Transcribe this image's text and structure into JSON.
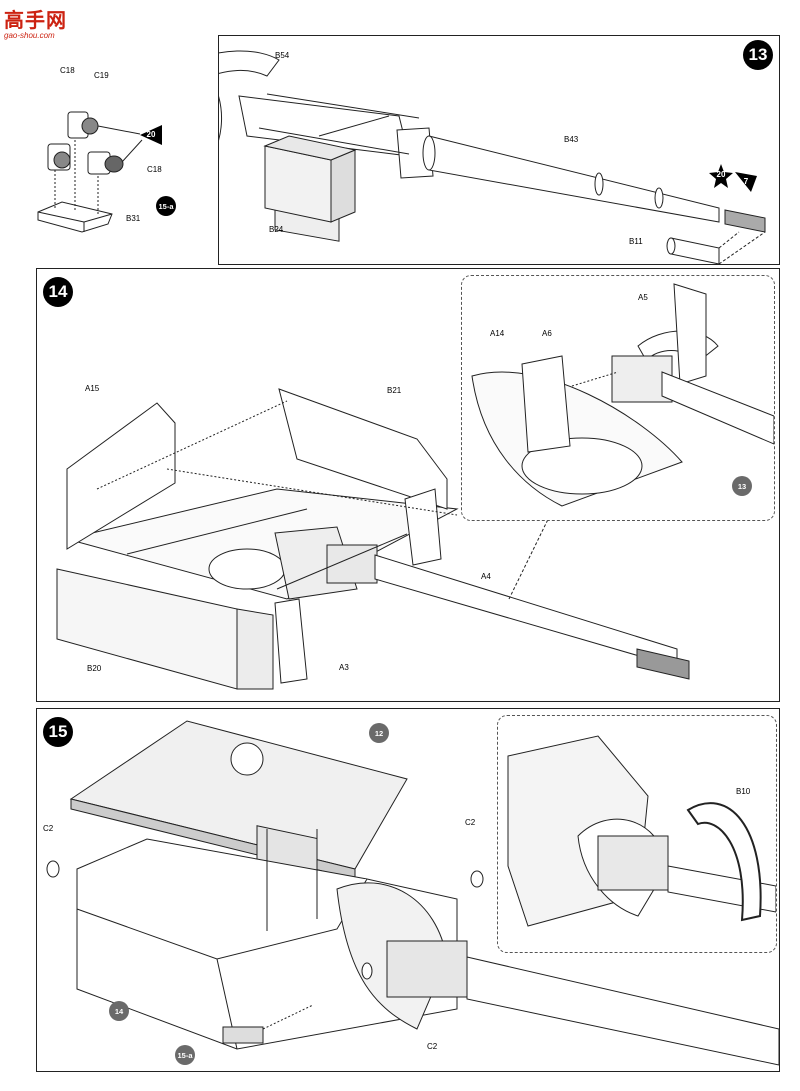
{
  "watermark": {
    "chars": "高手网",
    "url": "gao-shou.com"
  },
  "steps": {
    "s13": "13",
    "s14": "14",
    "s15": "15"
  },
  "sub15a": {
    "labels": {
      "c18a": "C18",
      "c19": "C19",
      "c18b": "C18",
      "b31": "B31"
    },
    "star": "20",
    "ref": "15-a"
  },
  "step13": {
    "labels": {
      "b54": "B54",
      "b24": "B24",
      "b43": "B43",
      "b11": "B11"
    },
    "star": "20",
    "paint": "7"
  },
  "step14": {
    "labels": {
      "a15": "A15",
      "b21": "B21",
      "a4": "A4",
      "a3": "A3",
      "b20": "B20"
    },
    "inset_labels": {
      "a5": "A5",
      "a14": "A14",
      "a6": "A6"
    },
    "ref": "13"
  },
  "step15": {
    "labels": {
      "c2_left": "C2",
      "c2_right": "C2",
      "c2_bottom": "C2",
      "b10": "B10"
    },
    "refs": {
      "r12": "12",
      "r14": "14",
      "r15a": "15-a"
    }
  },
  "colors": {
    "ink": "#222222",
    "grey_badge": "#6a6a6a",
    "watermark": "#cc2211"
  }
}
